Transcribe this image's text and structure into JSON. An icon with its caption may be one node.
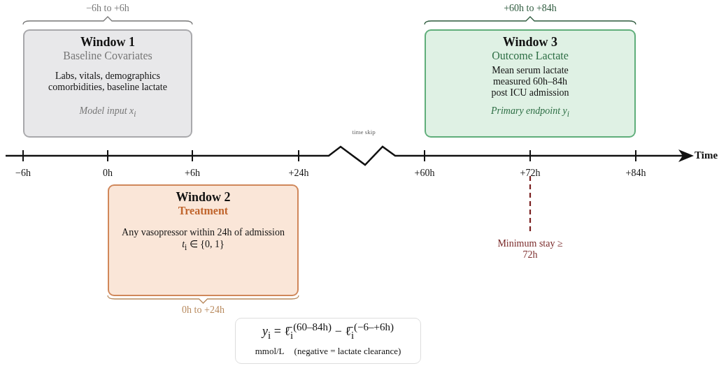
{
  "diagram": {
    "nodes": [
      {
        "text": [
          "Window 1",
          "Baseline Covariates",
          "Labs, vitals, demographics comorbidities, baseline lactate",
          "Model input *x*$_{i}$"
        ],
        "beside": [
          "−6h to +6h"
        ]
      },
      {
        "text": [
          "Window 3",
          "Outcome Lactate",
          "Mean serum lactate measured 60h–84h post ICU admission",
          "Primary endpoint *y*$_{i}$"
        ],
        "beside": [
          "+60h to +84h"
        ]
      },
      {
        "text": [
          "Window 2",
          "Treatment",
          "Any vasopressor within 24h of admission",
          "*t*$_{i}$ ∈ {0, 1}"
        ],
        "beside": [
          "0h to +24h"
        ]
      },
      {
        "text": [
          "*y*$_{i}$ = ℓ̄$_{i}$$^{(60–84h)}$ − ℓ̄$_{i}$$^{(−6–+6h)}$",
          "mmol/L",
          "(negative = lactate clearance)"
        ]
      }
    ],
    "edges": [],
    "labels": [
      "time skip",
      "Time",
      "−6h",
      "0h",
      "+6h",
      "+24h",
      "+60h",
      "+72h",
      "+84h",
      "Minimum stay ≥ 72h"
    ]
  }
}
